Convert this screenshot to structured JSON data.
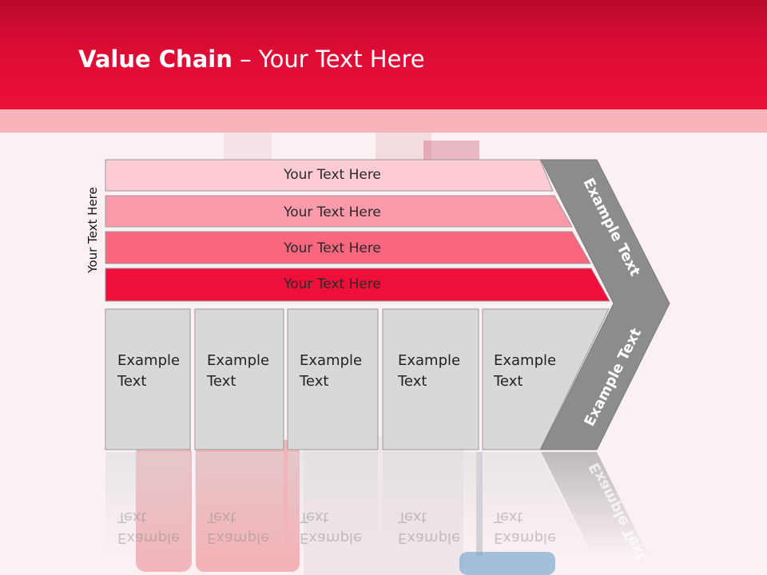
{
  "title": {
    "bold": "Value Chain",
    "rest": " – Your Text Here"
  },
  "side_label": "Your Text Here",
  "rows": [
    {
      "label": "Your Text Here",
      "color": "#fccbd4"
    },
    {
      "label": "Your Text Here",
      "color": "#fb9aaa"
    },
    {
      "label": "Your Text Here",
      "color": "#f9677f"
    },
    {
      "label": "Your Text Here",
      "color": "#ee0f3a"
    }
  ],
  "boxes": [
    {
      "line1": "Example",
      "line2": "Text"
    },
    {
      "line1": "Example",
      "line2": "Text"
    },
    {
      "line1": "Example",
      "line2": "Text"
    },
    {
      "line1": "Example",
      "line2": "Text"
    },
    {
      "line1": "Example",
      "line2": "Text"
    }
  ],
  "chevron": {
    "upper": "Example Text",
    "lower": "Example Text",
    "color": "#8c8c8c"
  },
  "colors": {
    "header": "#dc0c35",
    "band": "#f7b5b9",
    "box_fill": "#d8d8d8",
    "box_stroke": "#9a9a9a"
  }
}
